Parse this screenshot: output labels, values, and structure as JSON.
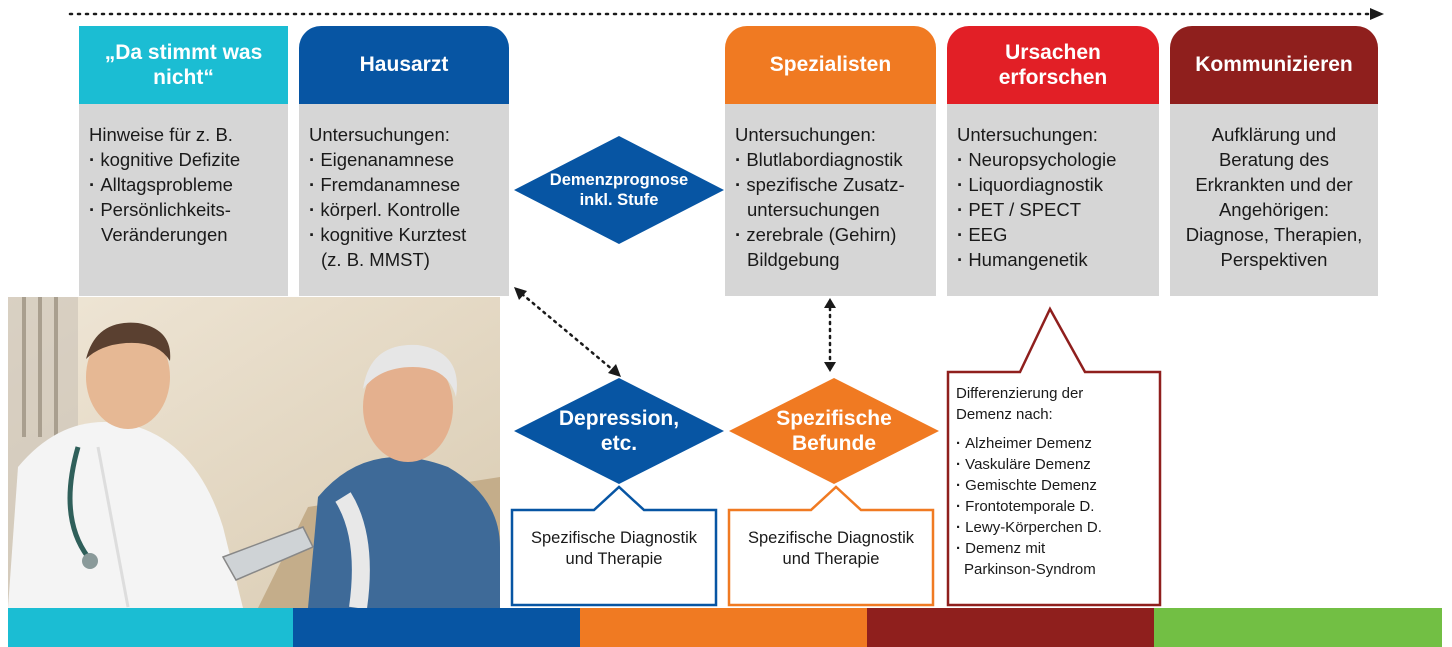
{
  "stages": [
    {
      "key": "suspicion",
      "title": "„Da stimmt was nicht“",
      "color": "#1bbdd3",
      "body": {
        "intro": "Hinweise für z. B.",
        "bullets": [
          "kognitive Defizite",
          "Alltagsprobleme",
          "Persönlichkeits-"
        ],
        "continuation": [
          "Veränderungen"
        ]
      }
    },
    {
      "key": "gp",
      "title": "Hausarzt",
      "color": "#0755a3",
      "body": {
        "intro": "Untersuchungen:",
        "bullets": [
          "Eigenanamnese",
          "Fremdanamnese",
          "körperl. Kontrolle",
          "kognitive Kurztest"
        ],
        "continuation": [
          "(z. B. MMST)"
        ]
      }
    },
    {
      "key": "specialists",
      "title": "Spezialisten",
      "color": "#f07a22",
      "body": {
        "intro": "Untersuchungen:",
        "bullets": [
          "Blutlabordiagnostik",
          "spezifische Zusatz-"
        ],
        "continuation1": [
          "untersuchungen"
        ],
        "bullets2": [
          "zerebrale (Gehirn)"
        ],
        "continuation2": [
          "Bildgebung"
        ]
      }
    },
    {
      "key": "causes",
      "title": "Ursachen erforschen",
      "color": "#e21f26",
      "body": {
        "intro": "Untersuchungen:",
        "bullets": [
          "Neuropsychologie",
          "Liquordiagnostik",
          "PET / SPECT",
          "EEG",
          "Humangenetik"
        ]
      }
    },
    {
      "key": "communicate",
      "title": "Kommunizieren",
      "color": "#8f1f1d",
      "body": {
        "lines": [
          "Aufklärung und",
          "Beratung des",
          "Erkrankten und der",
          "Angehörigen:",
          "Diagnose, Therapien,",
          "Perspektiven"
        ]
      }
    }
  ],
  "diamonds": {
    "prognosis": "Demenzprognose inkl. Stufe",
    "depression": "Depression, etc.",
    "findings": "Spezifische Befunde"
  },
  "callouts": {
    "depression": "Spezifische Diagnostik und Therapie",
    "findings": "Spezifische Diagnostik und Therapie"
  },
  "differentiation": {
    "title": "Differenzierung der Demenz nach:",
    "items": [
      "Alzheimer Demenz",
      "Vaskuläre Demenz",
      "Gemischte Demenz",
      "Frontotemporale D.",
      "Lewy-Körperchen D.",
      "Demenz mit"
    ],
    "continuation": "Parkinson-Syndrom"
  },
  "colors": {
    "cyan": "#1bbdd3",
    "blue": "#0755a3",
    "orange": "#f07a22",
    "red": "#e21f26",
    "darkred": "#8f1f1d",
    "green": "#72bf44",
    "gray": "#d6d6d6"
  },
  "photo": {
    "icon": "doctor-patient-photo"
  }
}
